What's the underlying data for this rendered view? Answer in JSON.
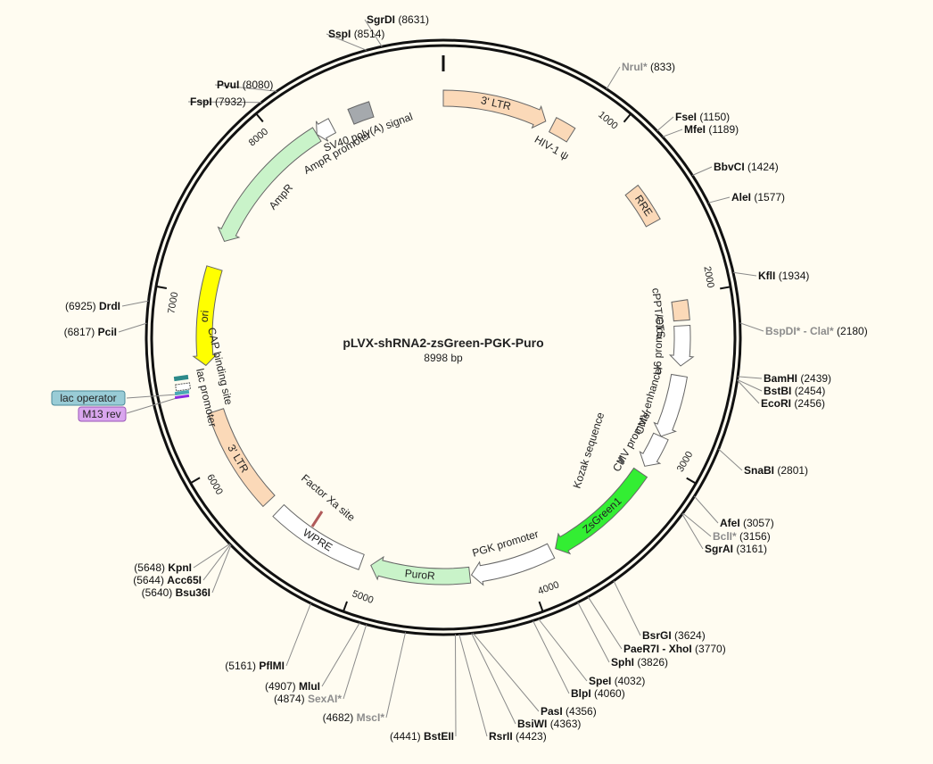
{
  "map": {
    "title": "pLVX-shRNA2-zsGreen-PGK-Puro",
    "length_label": "8998 bp",
    "total_bp": 8998,
    "colors": {
      "background": "#fffcf1",
      "ltr": "#fbd9b8",
      "amp": "#c9f3c9",
      "ori": "#ffff00",
      "zsgreen": "#33ee33",
      "promoter": "#ffffff",
      "polya": "#a5a9ad",
      "lac_operator": "#99ccd6",
      "m13": "#d9a6ee"
    },
    "ticks": [
      {
        "bp": 1000,
        "label": "1000"
      },
      {
        "bp": 2000,
        "label": "2000"
      },
      {
        "bp": 3000,
        "label": "3000"
      },
      {
        "bp": 4000,
        "label": "4000"
      },
      {
        "bp": 5000,
        "label": "5000"
      },
      {
        "bp": 6000,
        "label": "6000"
      },
      {
        "bp": 7000,
        "label": "7000"
      },
      {
        "bp": 8000,
        "label": "8000"
      }
    ],
    "enzymes": [
      {
        "name": "SgrDI",
        "pos": "(8631)",
        "bp": 8700,
        "dim": false
      },
      {
        "name": "SspI",
        "pos": "(8514)",
        "bp": 8624,
        "dim": false
      },
      {
        "name": "PvuI",
        "pos": "(8080)",
        "bp": 8146,
        "dim": false
      },
      {
        "name": "FspI",
        "pos": "(7932)",
        "bp": 8054,
        "dim": false
      },
      {
        "name": "NruI*",
        "pos": "(833)",
        "bp": 833,
        "dim": true
      },
      {
        "name": "FseI",
        "pos": "(1150)",
        "bp": 1150,
        "dim": false
      },
      {
        "name": "MfeI",
        "pos": "(1189)",
        "bp": 1189,
        "dim": false
      },
      {
        "name": "BbvCI",
        "pos": "(1424)",
        "bp": 1424,
        "dim": false
      },
      {
        "name": "AleI",
        "pos": "(1577)",
        "bp": 1577,
        "dim": false
      },
      {
        "name": "KflI",
        "pos": "(1934)",
        "bp": 1934,
        "dim": false
      },
      {
        "name": "BspDI* - ClaI*",
        "pos": "(2180)",
        "bp": 2180,
        "dim": true
      },
      {
        "name": "BamHI",
        "pos": "(2439)",
        "bp": 2439,
        "dim": false
      },
      {
        "name": "BstBI",
        "pos": "(2454)",
        "bp": 2454,
        "dim": false
      },
      {
        "name": "EcoRI",
        "pos": "(2456)",
        "bp": 2456,
        "dim": false
      },
      {
        "name": "SnaBI",
        "pos": "(2801)",
        "bp": 2801,
        "dim": false
      },
      {
        "name": "AfeI",
        "pos": "(3057)",
        "bp": 3057,
        "dim": false
      },
      {
        "name": "BclI*",
        "pos": "(3156)",
        "bp": 3156,
        "dim": true
      },
      {
        "name": "SgrAI",
        "pos": "(3161)",
        "bp": 3161,
        "dim": false
      },
      {
        "name": "BsrGI",
        "pos": "(3624)",
        "bp": 3624,
        "dim": false
      },
      {
        "name": "PaeR7I - XhoI",
        "pos": "(3770)",
        "bp": 3770,
        "dim": false
      },
      {
        "name": "SphI",
        "pos": "(3826)",
        "bp": 3826,
        "dim": false
      },
      {
        "name": "SpeI",
        "pos": "(4032)",
        "bp": 4032,
        "dim": false
      },
      {
        "name": "BlpI",
        "pos": "(4060)",
        "bp": 4060,
        "dim": false
      },
      {
        "name": "PasI",
        "pos": "(4356)",
        "bp": 4356,
        "dim": false
      },
      {
        "name": "BsiWI",
        "pos": "(4363)",
        "bp": 4363,
        "dim": false
      },
      {
        "name": "RsrII",
        "pos": "(4423)",
        "bp": 4423,
        "dim": false
      },
      {
        "name": "BstEII",
        "pos": "(4441)",
        "bp": 4441,
        "dim": false
      },
      {
        "name": "MscI*",
        "pos": "(4682)",
        "bp": 4682,
        "dim": true
      },
      {
        "name": "SexAI*",
        "pos": "(4874)",
        "bp": 4874,
        "dim": true
      },
      {
        "name": "MluI",
        "pos": "(4907)",
        "bp": 4907,
        "dim": false
      },
      {
        "name": "PflMI",
        "pos": "(5161)",
        "bp": 5161,
        "dim": false
      },
      {
        "name": "KpnI",
        "pos": "(5648)",
        "bp": 5648,
        "dim": false
      },
      {
        "name": "Acc65I",
        "pos": "(5644)",
        "bp": 5644,
        "dim": false
      },
      {
        "name": "Bsu36I",
        "pos": "(5640)",
        "bp": 5640,
        "dim": false
      },
      {
        "name": "DrdI",
        "pos": "(6925)",
        "bp": 6925,
        "dim": false
      },
      {
        "name": "PciI",
        "pos": "(6817)",
        "bp": 6817,
        "dim": false
      }
    ],
    "features": [
      {
        "label": "3' LTR",
        "start": 0,
        "end": 634,
        "dir": 1,
        "color": "#fbd9b8"
      },
      {
        "label": "HIV-1 ψ",
        "start": 681,
        "end": 806,
        "dir": 0,
        "color": "#fbd9b8"
      },
      {
        "label": "RRE",
        "start": 1300,
        "end": 1534,
        "dir": 0,
        "color": "#fbd9b8"
      },
      {
        "label": "cPPT/CTS",
        "start": 2030,
        "end": 2148,
        "dir": 0,
        "color": "#fbd9b8"
      },
      {
        "label": "U6 promoter",
        "start": 2180,
        "end": 2421,
        "dir": 1,
        "color": "#ffffff"
      },
      {
        "label": "CMV enhancer",
        "start": 2480,
        "end": 2860,
        "dir": 1,
        "color": "#ffffff"
      },
      {
        "label": "CMV promoter",
        "start": 2861,
        "end": 3064,
        "dir": 1,
        "color": "#ffffff"
      },
      {
        "label": "ZsGreen1",
        "start": 3110,
        "end": 3800,
        "dir": 1,
        "color": "#33ee33"
      },
      {
        "label": "PGK promoter",
        "start": 3830,
        "end": 4330,
        "dir": 1,
        "color": "#ffffff"
      },
      {
        "label": "PuroR",
        "start": 4340,
        "end": 4940,
        "dir": 1,
        "color": "#c9f3c9"
      },
      {
        "label": "WPRE",
        "start": 5000,
        "end": 5589,
        "dir": 0,
        "color": "#ffffff"
      },
      {
        "label": "3' LTR",
        "start": 5670,
        "end": 6300,
        "dir": 0,
        "color": "#fbd9b8"
      },
      {
        "label": "ori",
        "start": 6580,
        "end": 7169,
        "dir": -1,
        "color": "#ffff00"
      },
      {
        "label": "AmpR",
        "start": 7340,
        "end": 8200,
        "dir": -1,
        "color": "#c9f3c9"
      },
      {
        "label": "AmpR promoter",
        "start": 8200,
        "end": 8305,
        "dir": -1,
        "color": "#ffffff"
      },
      {
        "label": "SV40 poly(A) signal",
        "start": 8430,
        "end": 8560,
        "dir": 0,
        "color": "#a5a9ad"
      }
    ],
    "annotations": {
      "cap": "CAP binding site",
      "lac_promoter": "lac promoter",
      "lac_operator": "lac operator",
      "m13": "M13 rev",
      "kozak": "Kozak sequence",
      "factor_xa": "Factor Xa site"
    }
  }
}
